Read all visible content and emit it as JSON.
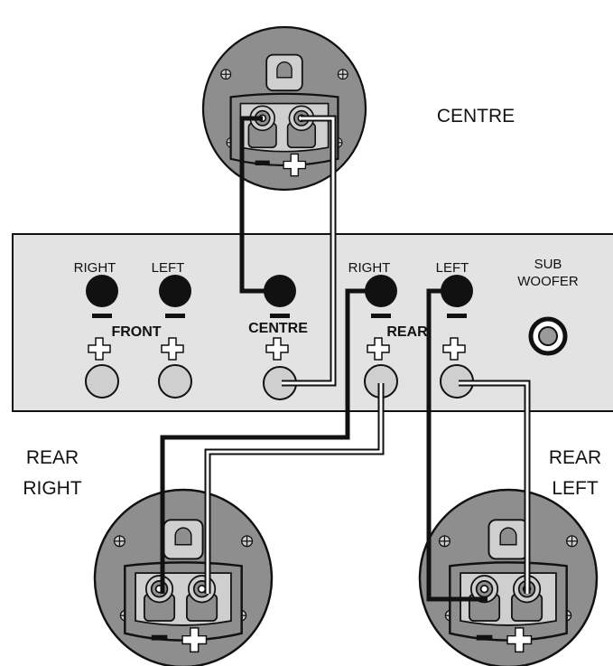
{
  "speakers": {
    "centre": {
      "label": "CENTRE"
    },
    "rear_right": {
      "label_line1": "REAR",
      "label_line2": "RIGHT"
    },
    "rear_left": {
      "label_line1": "REAR",
      "label_line2": "LEFT"
    }
  },
  "panel": {
    "front_label": "FRONT",
    "centre_label": "CENTRE",
    "rear_label": "REAR",
    "front_right_label": "RIGHT",
    "front_left_label": "LEFT",
    "rear_right_label": "RIGHT",
    "rear_left_label": "LEFT",
    "sub_label_line1": "SUB",
    "sub_label_line2": "WOOFER"
  },
  "colors": {
    "panel_fill": "#e3e3e3",
    "speaker_fill": "#8e8e8e",
    "terminal_fill": "#cfcfcf",
    "black_wire": "#111111",
    "white_wire": "#ffffff"
  }
}
